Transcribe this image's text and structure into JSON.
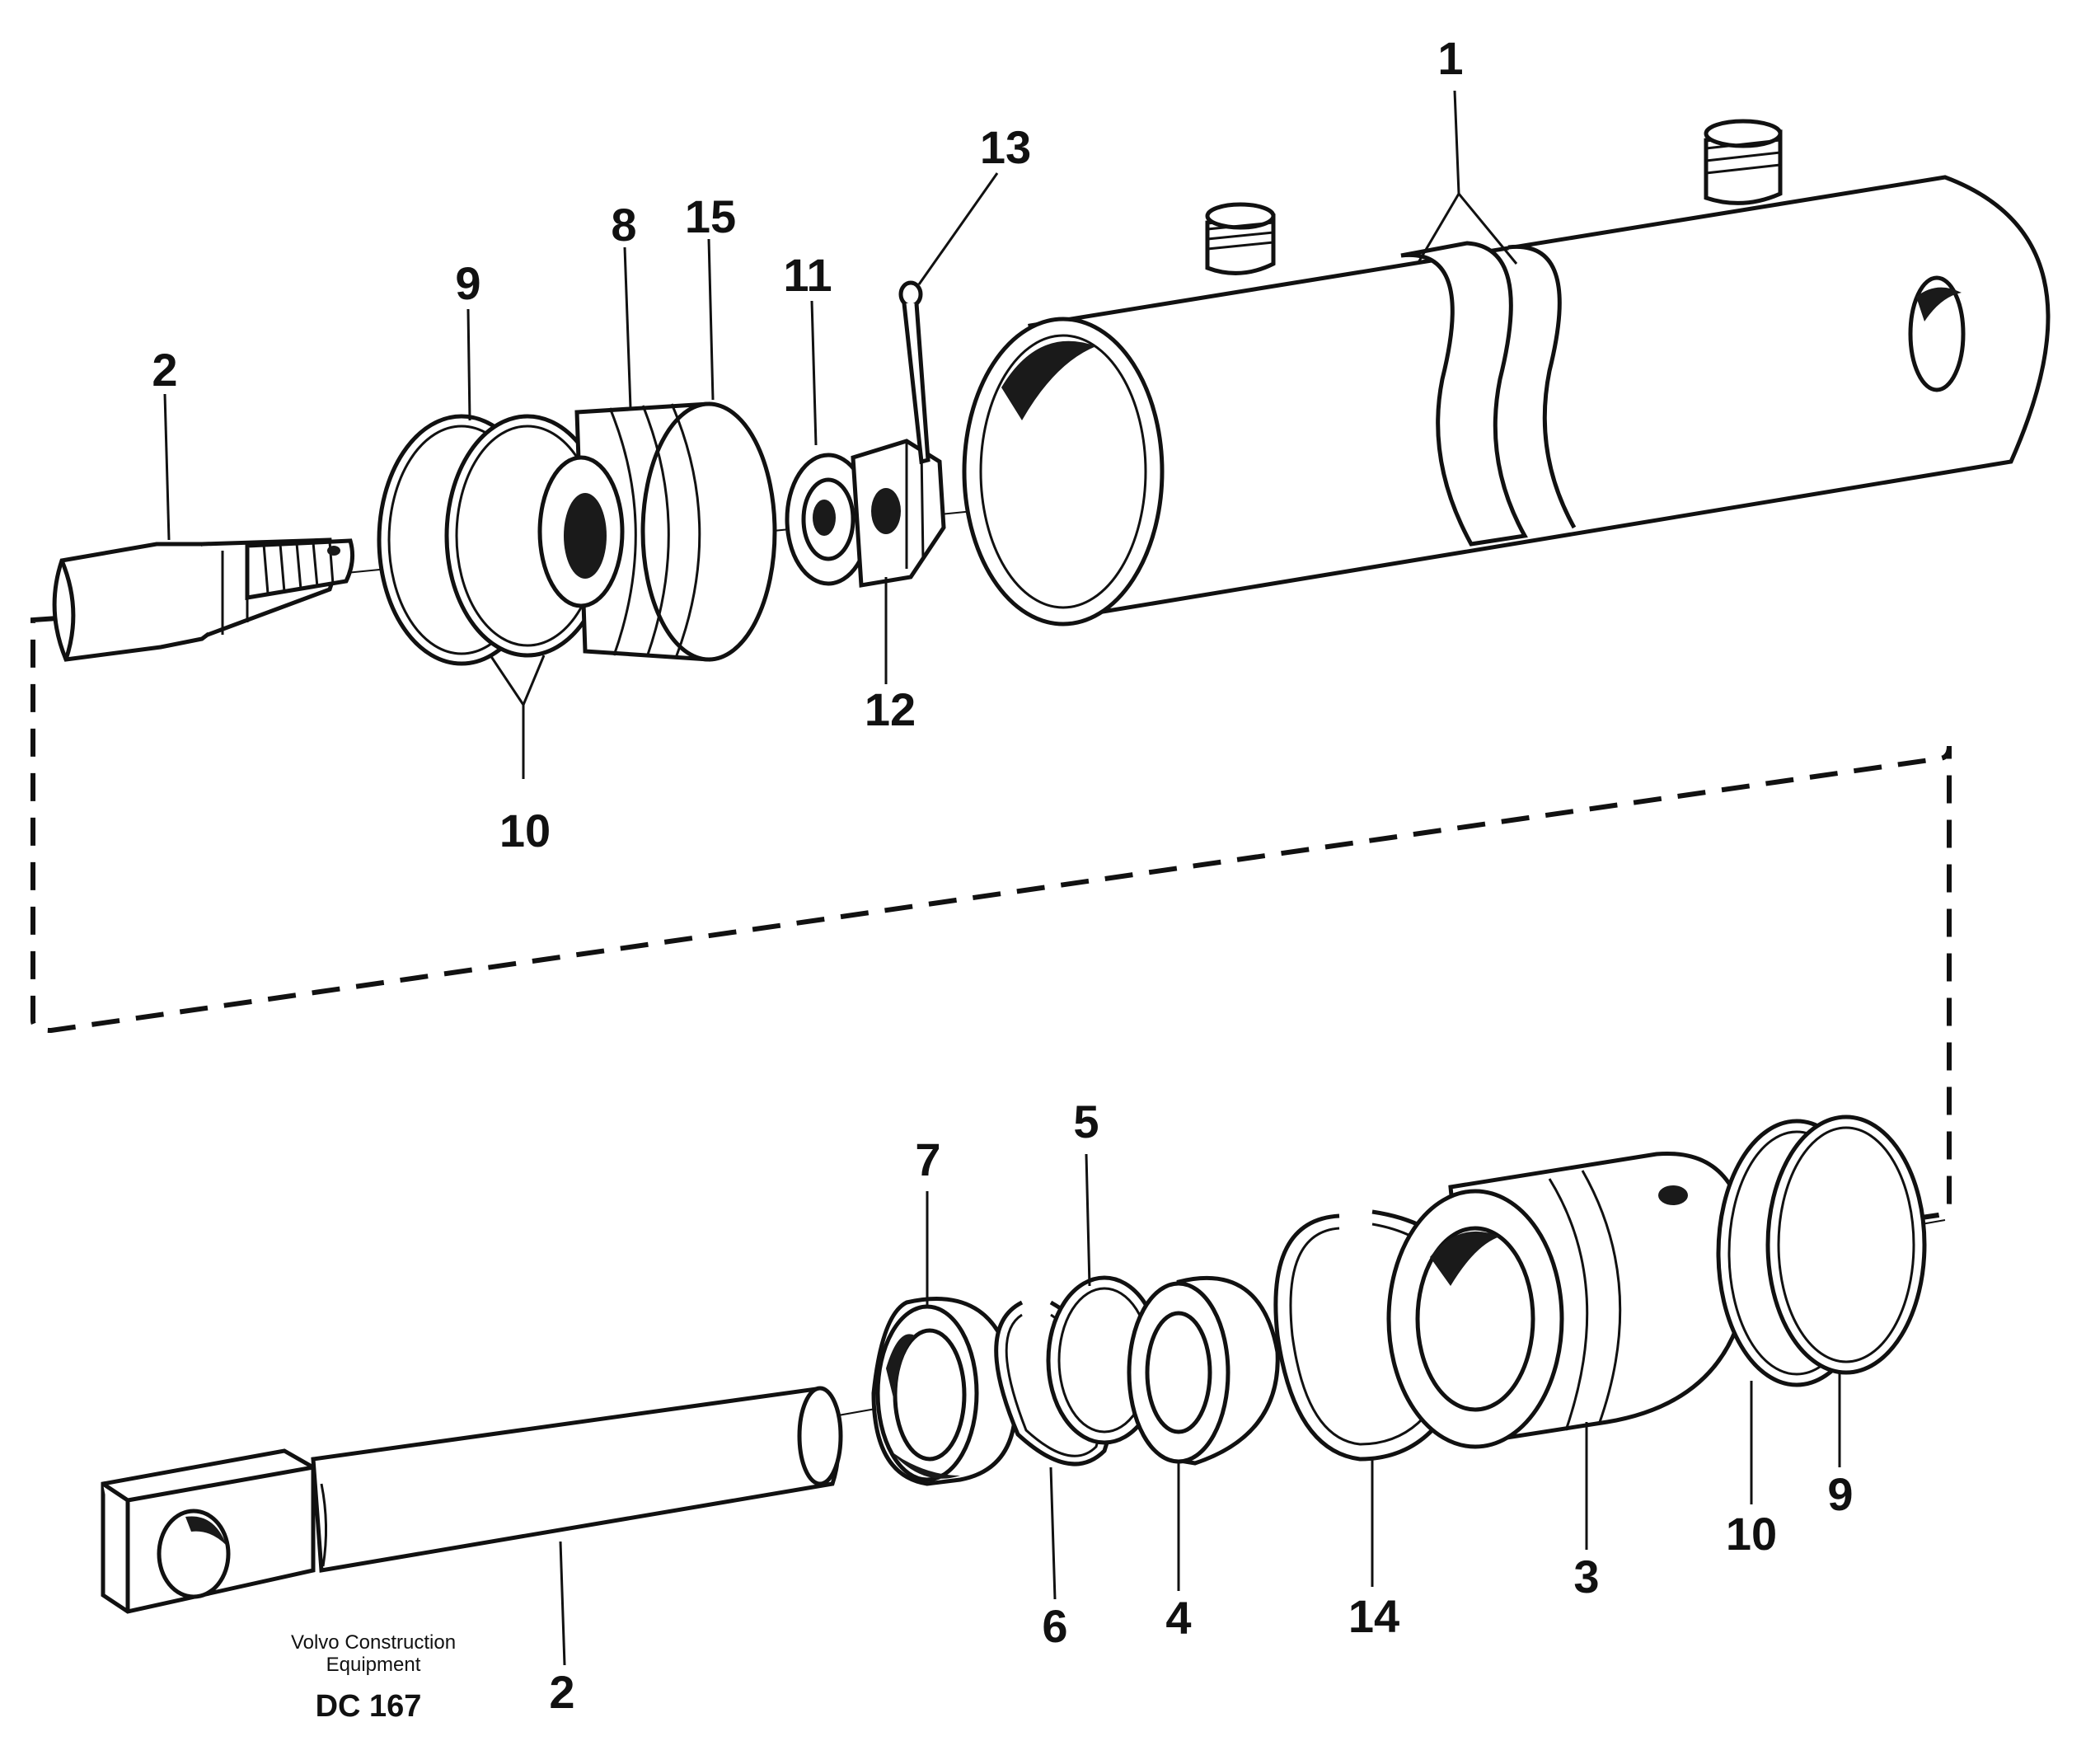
{
  "title": "",
  "callouts": {
    "upper": {
      "c1": "1",
      "c2": "2",
      "c8": "8",
      "c9": "9",
      "c10": "10",
      "c11": "11",
      "c12": "12",
      "c13": "13",
      "c15": "15"
    },
    "lower": {
      "c2": "2",
      "c3": "3",
      "c4": "4",
      "c5": "5",
      "c6": "6",
      "c7": "7",
      "c9": "9",
      "c10": "10",
      "c14": "14"
    }
  },
  "footer": {
    "brand_line1": "Volvo Construction",
    "brand_line2": "Equipment",
    "code": "DC 167"
  }
}
